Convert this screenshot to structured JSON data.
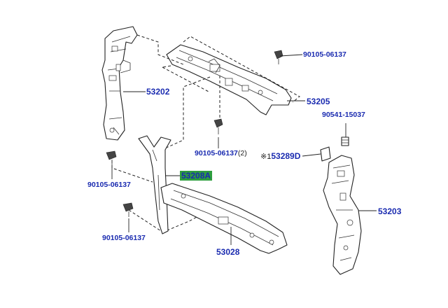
{
  "colors": {
    "label_text": "#1a2bb0",
    "line": "#222222",
    "highlight_bg": "#2e9e3e",
    "highlight_text": "#1a2bb0"
  },
  "labels": {
    "p53202": "53202",
    "p53205": "53205",
    "bolt_top": "90105-06137",
    "p90541": "90541-15037",
    "bolt_mid_code": "90105-06137",
    "bolt_mid_qty": "(2)",
    "p53289_prefix": "※1",
    "p53289": "53289D",
    "p53208": "53208A",
    "bolt_left1": "90105-06137",
    "bolt_left2": "90105-06137",
    "p53203": "53203",
    "p53028": "53028"
  }
}
